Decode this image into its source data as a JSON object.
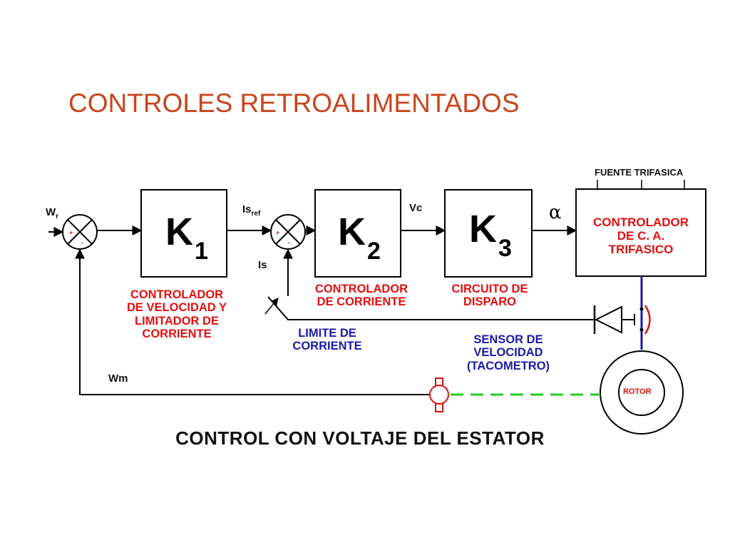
{
  "title": "CONTROLES RETROALIMENTADOS",
  "footer": "CONTROL CON VOLTAJE DEL ESTATOR",
  "signals": {
    "wr": "W",
    "wr_sub": "r",
    "isref": "Is",
    "isref_sub": "ref",
    "is": "Is",
    "vc": "Vc",
    "alpha": "α",
    "wm": "Wm"
  },
  "blocks": {
    "k1": {
      "label": "K",
      "sub": "1"
    },
    "k2": {
      "label": "K",
      "sub": "2"
    },
    "k3": {
      "label": "K",
      "sub": "3"
    },
    "controller": {
      "line1": "CONTROLADOR",
      "line2": "DE C. A.",
      "line3": "TRIFASICO"
    }
  },
  "supply": "FUENTE TRIFASICA",
  "summing": {
    "plus": "+",
    "minus": "-"
  },
  "captions": {
    "k1": [
      "CONTROLADOR",
      "DE VELOCIDAD Y",
      "LIMITADOR DE",
      "CORRIENTE"
    ],
    "k2": [
      "CONTROLADOR",
      "DE CORRIENTE"
    ],
    "k3": [
      "CIRCUITO DE",
      "DISPARO"
    ],
    "limit": [
      "LIMITE DE",
      "CORRIENTE"
    ],
    "sensor": [
      "SENSOR DE",
      "VELOCIDAD",
      "(TACOMETRO)"
    ],
    "rotor": "ROTOR"
  },
  "colors": {
    "red": "#e01010",
    "blue": "#1a1aa8",
    "green": "#22cc22",
    "title": "#c8451f"
  }
}
